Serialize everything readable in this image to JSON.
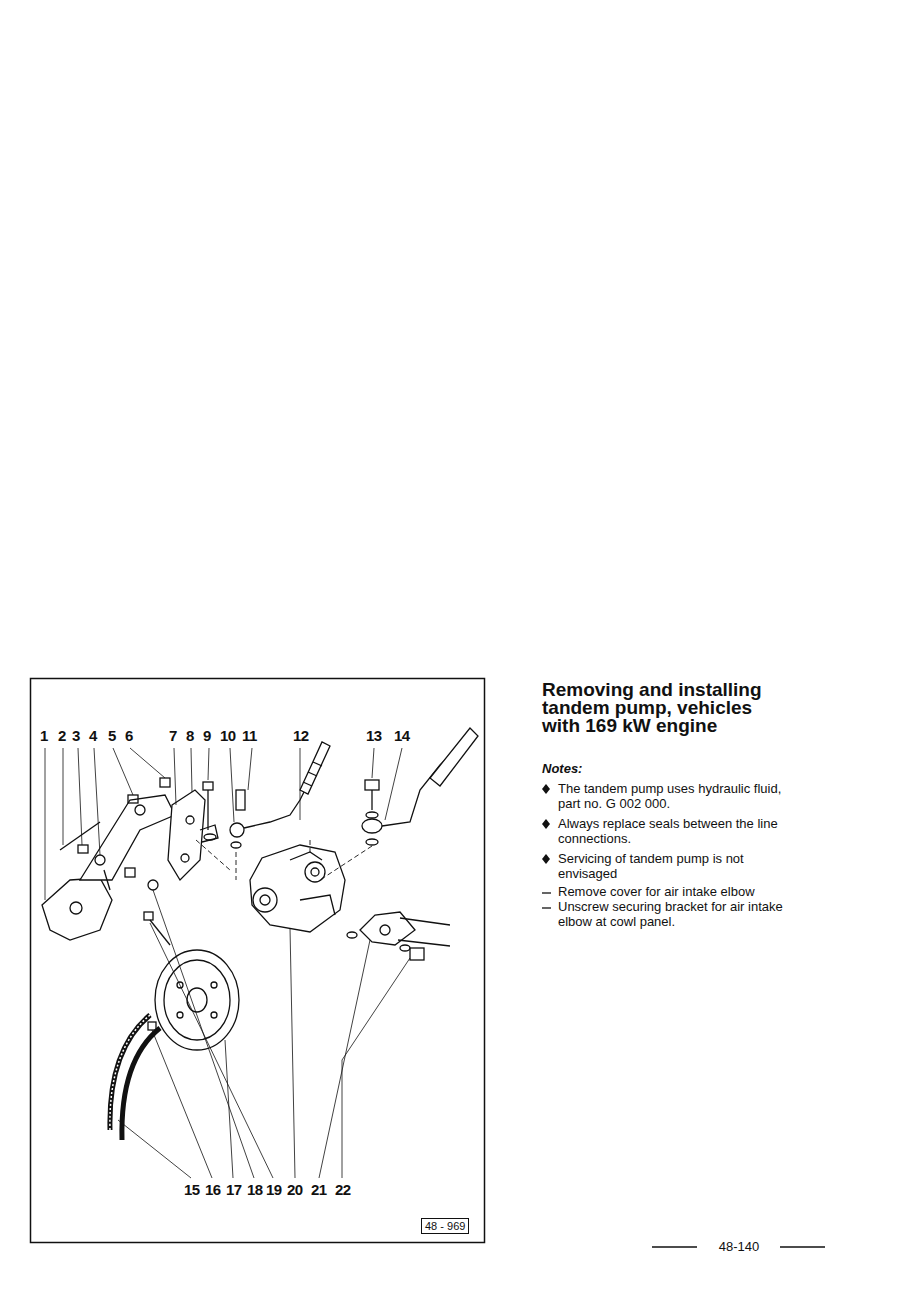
{
  "diagram": {
    "title": "Removing and installing tandem pump, vehicles with 169 kW engine",
    "nodes": [
      {
        "text": [
          "48 - 969"
        ]
      }
    ],
    "labels": [
      "1",
      "2",
      "3",
      "4",
      "5",
      "6",
      "7",
      "8",
      "9",
      "10",
      "11",
      "12",
      "13",
      "14",
      "15",
      "16",
      "17",
      "18",
      "19",
      "20",
      "21",
      "22",
      "Notes:",
      "The tandem pump uses hydraulic fluid, part no. G 002 000.",
      "Always replace seals between the line connections.",
      "Servicing of tandem pump is not envisaged",
      "Remove cover for air intake elbow",
      "Unscrew securing bracket for air intake elbow at cowl panel.",
      "48-140"
    ]
  }
}
